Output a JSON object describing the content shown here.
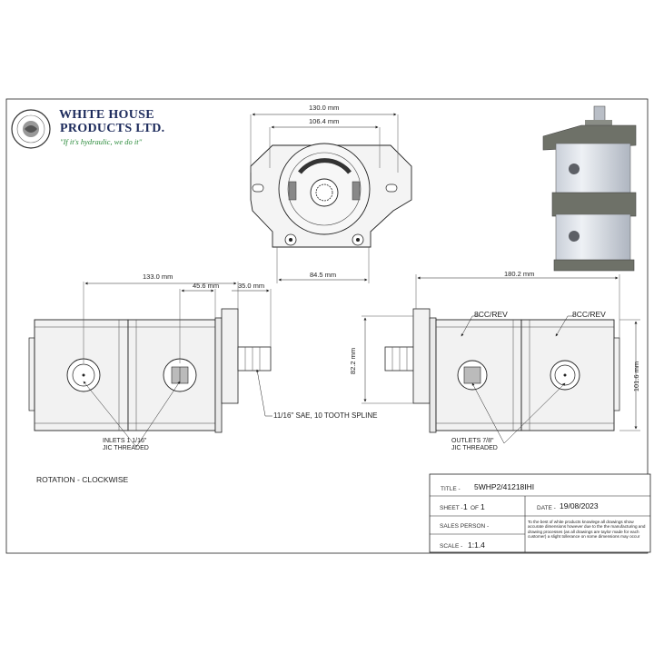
{
  "logo": {
    "company_line1": "WHITE HOUSE",
    "company_line2": "PRODUCTS LTD.",
    "tagline": "\"If it's hydraulic, we do it\""
  },
  "top_view": {
    "overall_width": "130.0 mm",
    "bolt_width": "106.4 mm",
    "base_width": "84.5 mm"
  },
  "side_view": {
    "dim_inlet_to_end": "133.0 mm",
    "dim_inlet2": "45.6 mm",
    "dim_shaft": "35.0 mm",
    "spline_note": "11/16\" SAE, 10 TOOTH SPLINE",
    "inlet_note": [
      "INLETS 1 1/16\"",
      "JIC THREADED"
    ]
  },
  "right_view": {
    "overall_length": "180.2 mm",
    "displacement_left": "8CC/REV",
    "displacement_right": "8CC/REV",
    "flange_height": "82.2 mm",
    "body_height": "101.6 mm",
    "outlet_note": [
      "OUTLETS 7/8\"",
      "JIC THREADED"
    ]
  },
  "rotation": "ROTATION - CLOCKWISE",
  "title_block": {
    "title_label": "TITLE -",
    "title_value": "5WHP2/41218IHI",
    "sheet_label": "SHEET -",
    "sheet_num": "1",
    "sheet_of": "OF",
    "sheet_total": "1",
    "date_label": "DATE -",
    "date_value": "19/08/2023",
    "salesperson_label": "SALES PERSON -",
    "scale_label": "SCALE -",
    "scale_value": "1:1.4",
    "disclaimer": "To the best of white products knowlege all drawings show accurate dimensions however due to the the manufacturing and drawing processes (as all drawings are taylor made for each customer) a slight tollerance on some dimensions may occur"
  },
  "colors": {
    "line": "#222222",
    "body_fill": "#f2f2f2",
    "render_body": "#dfe3ea",
    "render_band": "#6e7168",
    "logo_blue": "#1d2b5c",
    "logo_green": "#2a8a3a"
  }
}
